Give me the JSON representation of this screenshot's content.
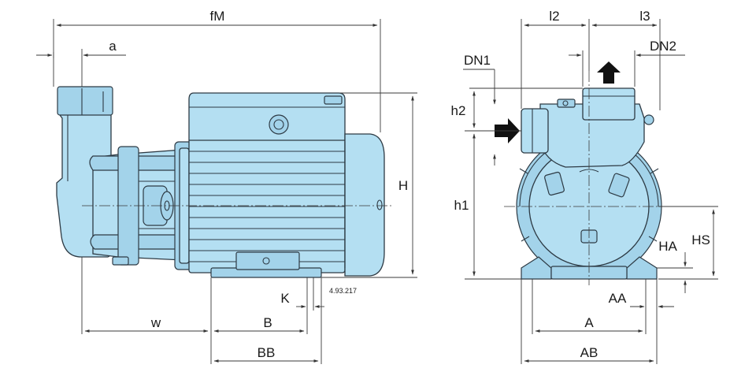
{
  "labels": {
    "fM": "fM",
    "a": "a",
    "H": "H",
    "w": "w",
    "B": "B",
    "BB": "BB",
    "K": "K",
    "ref": "4.93.217",
    "l2": "l2",
    "l3": "l3",
    "DN1": "DN1",
    "DN2": "DN2",
    "h2": "h2",
    "h1": "h1",
    "HA": "HA",
    "HS": "HS",
    "AA": "AA",
    "A": "A",
    "AB": "AB"
  },
  "colors": {
    "body": "#b4dff2",
    "outline": "#2d3a44"
  },
  "icons": {
    "inlet_arrow": "arrow-right",
    "outlet_arrow": "arrow-up"
  }
}
